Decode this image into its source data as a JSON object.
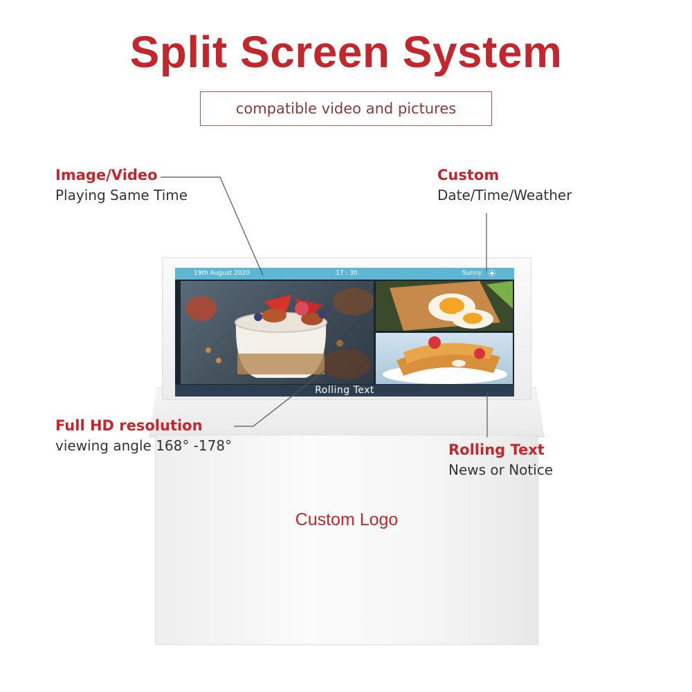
{
  "title": "Split Screen System",
  "subtitle": "compatible video and pictures",
  "annotations": {
    "image_video": {
      "head": "Image/Video",
      "sub": "Playing Same Time"
    },
    "custom": {
      "head": "Custom",
      "sub": "Date/Time/Weather"
    },
    "full_hd": {
      "head": "Full HD resolution",
      "sub": "viewing angle 168° -178°"
    },
    "rolling_text": {
      "head": "Rolling Text",
      "sub": "News or Notice"
    }
  },
  "screen": {
    "date": "19th August 2020",
    "time": "17 : 30",
    "weather": "Sunny",
    "weather_icon": "sun-icon",
    "rolling_label": "Rolling Text"
  },
  "kiosk": {
    "logo_text": "Custom Logo"
  },
  "colors": {
    "accent": "#c1272d",
    "status_bar": "#5fb6d4",
    "rolling_bar": "#2c3e50"
  }
}
